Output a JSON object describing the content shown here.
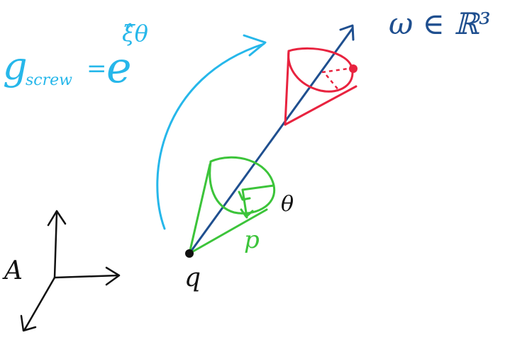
{
  "colors": {
    "axis_blue": "#1f4f8f",
    "screw_cyan": "#26b7ea",
    "cone_red": "#e8233f",
    "cone_green": "#3cc43a",
    "ink": "#111111"
  },
  "labels": {
    "omega": "ω ∈ ℝ³",
    "g_screw_g": "g",
    "g_screw_sub": "screw",
    "g_screw_eq": "=",
    "g_screw_e": "e",
    "g_screw_exp": "ξ̂θ",
    "theta": "θ",
    "p": "p",
    "q": "q",
    "frame": "A"
  }
}
